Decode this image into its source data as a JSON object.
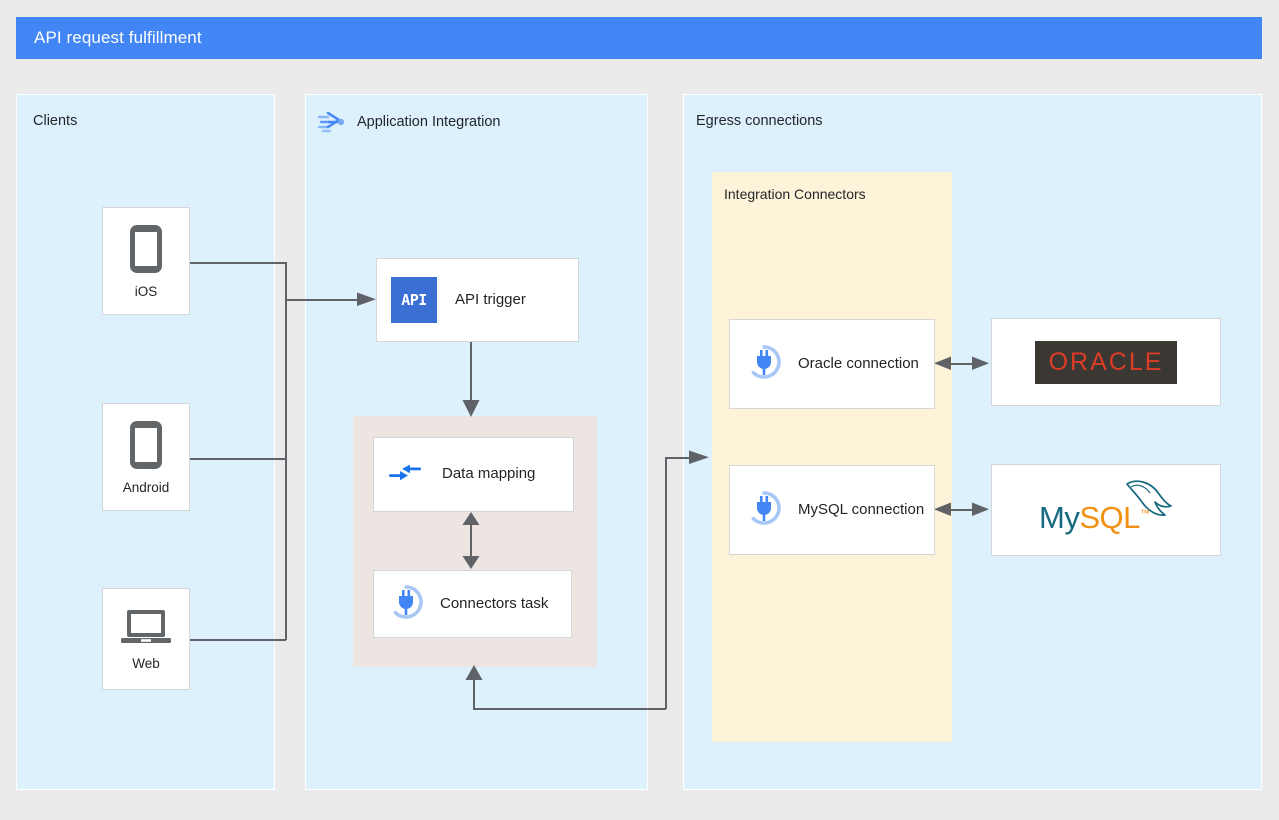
{
  "header": {
    "title": "API request fulfillment",
    "color": "#4285f4"
  },
  "panels": {
    "clients": {
      "label": "Clients"
    },
    "application_integration": {
      "label": "Application Integration",
      "icon": "application-integration-icon"
    },
    "egress": {
      "label": "Egress connections"
    }
  },
  "connectors_box": {
    "label": "Integration Connectors",
    "color": "#fdf3d8"
  },
  "clients": [
    {
      "label": "iOS",
      "icon": "phone-icon"
    },
    {
      "label": "Android",
      "icon": "phone-icon"
    },
    {
      "label": "Web",
      "icon": "laptop-icon"
    }
  ],
  "integration": {
    "api_trigger": {
      "label": "API trigger",
      "badge": "API",
      "icon": "api-trigger-icon"
    },
    "data_mapping": {
      "label": "Data mapping",
      "icon": "data-mapping-icon"
    },
    "connectors_task": {
      "label": "Connectors task",
      "icon": "plug-icon"
    }
  },
  "connections": [
    {
      "label": "Oracle connection",
      "icon": "plug-icon"
    },
    {
      "label": "MySQL connection",
      "icon": "plug-icon"
    }
  ],
  "backends": [
    {
      "name": "ORACLE",
      "logo": "oracle-logo",
      "text_color": "#dd3c26",
      "plate_color": "#3b3733"
    },
    {
      "name": "MySQL",
      "logo": "mysql-logo",
      "my_color": "#16697f",
      "sql_color": "#f29111",
      "trademark": "™"
    }
  ],
  "colors": {
    "canvas": "#ebebec",
    "panel": "#ddf1fd",
    "flow_group": "#ece5e1",
    "accent_blue": "#3c6fd4",
    "line": "#5f6368"
  }
}
